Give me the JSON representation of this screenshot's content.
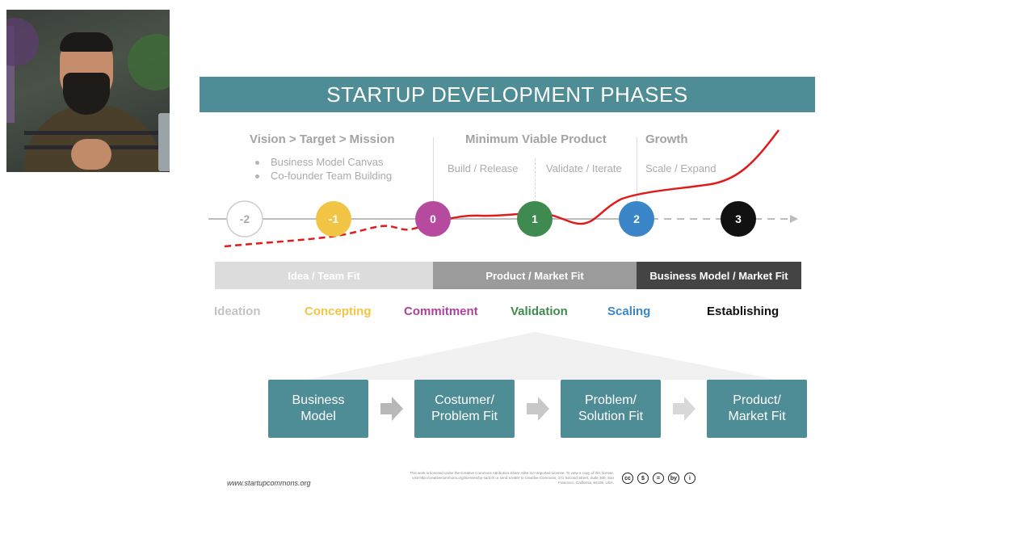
{
  "slide": {
    "title": "STARTUP DEVELOPMENT PHASES",
    "phases": {
      "vision": "Vision  >  Target  >  Mission",
      "vision_bullets": [
        "Business Model Canvas",
        "Co-founder Team Building"
      ],
      "mvp": "Minimum Viable Product",
      "mvp_sub": [
        "Build / Release",
        "Validate / Iterate"
      ],
      "growth": "Growth",
      "growth_sub": "Scale / Expand"
    },
    "milestones": [
      {
        "label": "-2",
        "color": "#ffffff"
      },
      {
        "label": "-1",
        "color": "#f2c544"
      },
      {
        "label": "0",
        "color": "#b64a9e"
      },
      {
        "label": "1",
        "color": "#3f8a4e"
      },
      {
        "label": "2",
        "color": "#3a86c8"
      },
      {
        "label": "3",
        "color": "#111111"
      }
    ],
    "fits": [
      {
        "label": "Idea / Team Fit",
        "color": "#dcdcdc"
      },
      {
        "label": "Product / Market Fit",
        "color": "#9b9b9b"
      },
      {
        "label": "Business Model / Market Fit",
        "color": "#444444"
      }
    ],
    "stages": [
      {
        "label": "Ideation",
        "color": "#c3c3c3"
      },
      {
        "label": "Concepting",
        "color": "#f2c544"
      },
      {
        "label": "Commitment",
        "color": "#a9449a"
      },
      {
        "label": "Validation",
        "color": "#3f8a4e"
      },
      {
        "label": "Scaling",
        "color": "#3a86c8"
      },
      {
        "label": "Establishing",
        "color": "#111111"
      }
    ],
    "boxes": [
      {
        "line1": "Business",
        "line2": "Model"
      },
      {
        "line1": "Costumer/",
        "line2": "Problem Fit"
      },
      {
        "line1": "Problem/",
        "line2": "Solution Fit"
      },
      {
        "line1": "Product/",
        "line2": "Market Fit"
      }
    ],
    "footer_url": "www.startupcommons.org",
    "license_text": "This work is licensed under the Creative Commons Attribution-Share Alike 3.0 Unported License. To view a copy of this license, visit http://creativecommons.org/licenses/by-sa/3.0/ or send a letter to Creative Commons, 171 Second Street, Suite 300, San Francisco, California, 94105, USA.",
    "cc_icons": [
      "cc",
      "$",
      "=",
      "by",
      "i"
    ],
    "colors": {
      "teal": "#4f8d96",
      "curve_red": "#e01b1b"
    }
  }
}
